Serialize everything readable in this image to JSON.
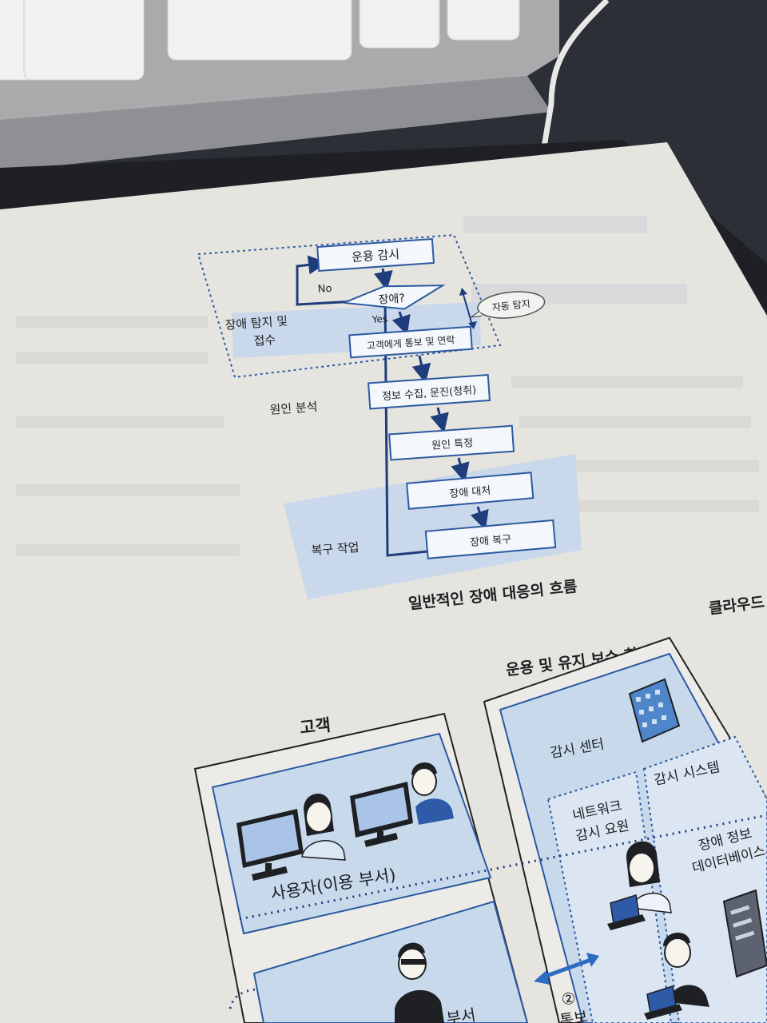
{
  "flowchart": {
    "steps": [
      "운용 감시",
      "장애?",
      "고객에게 통보 및 연락",
      "정보 수집, 문진(청취)",
      "원인 특정",
      "장애 대처",
      "장애 복구"
    ],
    "branch_no": "No",
    "branch_yes": "Yes",
    "callout": "자동 탐지",
    "phases": [
      "장애 탐지 및",
      "접수",
      "원인 분석",
      "복구 작업"
    ],
    "caption": "일반적인 장애 대응의 흐름"
  },
  "org_diagram": {
    "customer_title": "고객",
    "customer_user_group": "사용자(이용 부서)",
    "customer_partial": "부서",
    "vendor_title": "운용 및 유지 보수 회사",
    "monitoring_center": "감시 센터",
    "monitoring_system": "감시 시스템",
    "network_staff_line1": "네트워크",
    "network_staff_line2": "감시 요원",
    "incident_db_line1": "장애 정보",
    "incident_db_line2": "데이터베이스",
    "notify_step": "②",
    "notify_partial": "통보",
    "cloud_title_partial": "클라우드"
  }
}
